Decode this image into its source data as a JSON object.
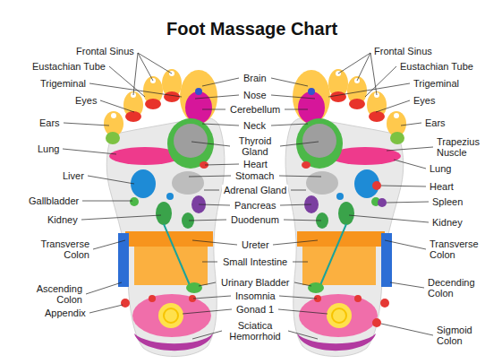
{
  "diagram": {
    "title": "Foot Massage Chart",
    "labels": [
      "Frontal Sinus",
      "Eustachian Tube",
      "Trigeminal",
      "Eyes",
      "Ears",
      "Lung",
      "Liver",
      "Gallbladder",
      "Kidney",
      "Transverse Colon",
      "Ascending Colon",
      "Appendix",
      "Brain",
      "Nose",
      "Cerebellum",
      "Neck",
      "Thyroid Gland",
      "Heart",
      "Stomach",
      "Adrenal Gland",
      "Pancreas",
      "Duodenum",
      "Ureter",
      "Small Intestine",
      "Urinary Bladder",
      "Insomnia",
      "Gonad 1",
      "Sciatica Hemorrhoid",
      "Frontal Sinus",
      "Eustachian Tube",
      "Trigeminal",
      "Eyes",
      "Ears",
      "Trapezius Nuscle",
      "Lung",
      "Heart",
      "Spleen",
      "Kidney",
      "Transverse Colon",
      "Decending Colon",
      "Sigmoid Colon"
    ]
  }
}
